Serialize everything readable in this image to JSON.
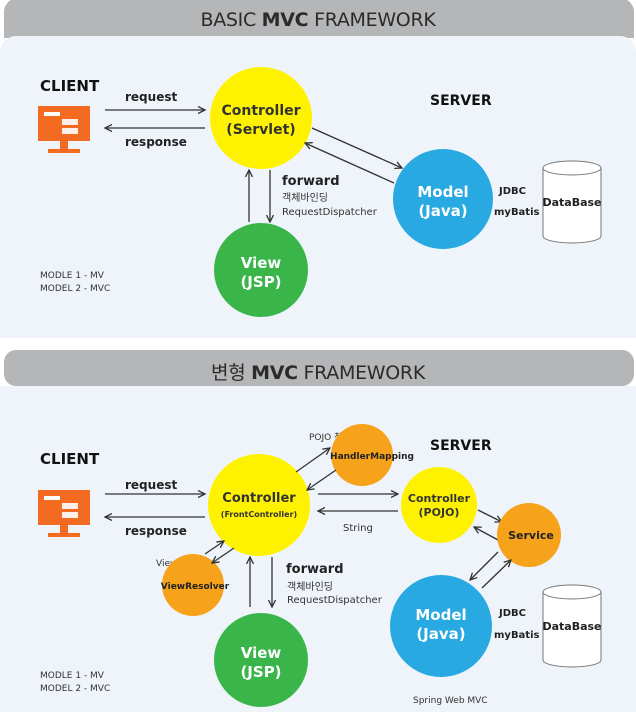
{
  "top": {
    "title_prefix": "BASIC ",
    "title_bold": "MVC",
    "title_suffix": " FRAMEWORK",
    "client": "CLIENT",
    "server": "SERVER",
    "request": "request",
    "response": "response",
    "controller_line1": "Controller",
    "controller_line2": "(Servlet)",
    "model_line1": "Model",
    "model_line2": "(Java)",
    "view_line1": "View",
    "view_line2": "(JSP)",
    "forward": "forward",
    "binding": "객체바인딩",
    "dispatcher": "RequestDispatcher",
    "jdbc": "JDBC",
    "mybatis": "myBatis",
    "database": "DataBase",
    "model1": "MODLE 1 - MV",
    "model2": "MODEL 2 - MVC"
  },
  "bottom": {
    "title_prefix": "변형 ",
    "title_bold": "MVC",
    "title_suffix": " FRAMEWORK",
    "client": "CLIENT",
    "server": "SERVER",
    "request": "request",
    "response": "response",
    "controller_line1": "Controller",
    "controller_line2": "(FrontController)",
    "pojo_find": "POJO 찾기",
    "handler_mapping": "HandlerMapping",
    "view_find": "View 찾기",
    "view_resolver": "ViewResolver",
    "pojo_line1": "Controller",
    "pojo_line2": "(POJO)",
    "string_label": "String",
    "service": "Service",
    "model_line1": "Model",
    "model_line2": "(Java)",
    "view_line1": "View",
    "view_line2": "(JSP)",
    "forward": "forward",
    "binding": "객체바인딩",
    "dispatcher": "RequestDispatcher",
    "jdbc": "JDBC",
    "mybatis": "myBatis",
    "database": "DataBase",
    "model1": "MODLE 1 - MV",
    "model2": "MODEL 2 - MVC",
    "footer": "Spring Web MVC"
  },
  "colors": {
    "yellow": "#fff200",
    "blue": "#29a9e1",
    "green": "#39b54a",
    "orange": "#f7a21b",
    "monitor": "#f26b21",
    "panel": "#eef4f9",
    "banner": "#b5b6b8"
  },
  "icons": [
    "monitor-icon",
    "database-icon"
  ]
}
